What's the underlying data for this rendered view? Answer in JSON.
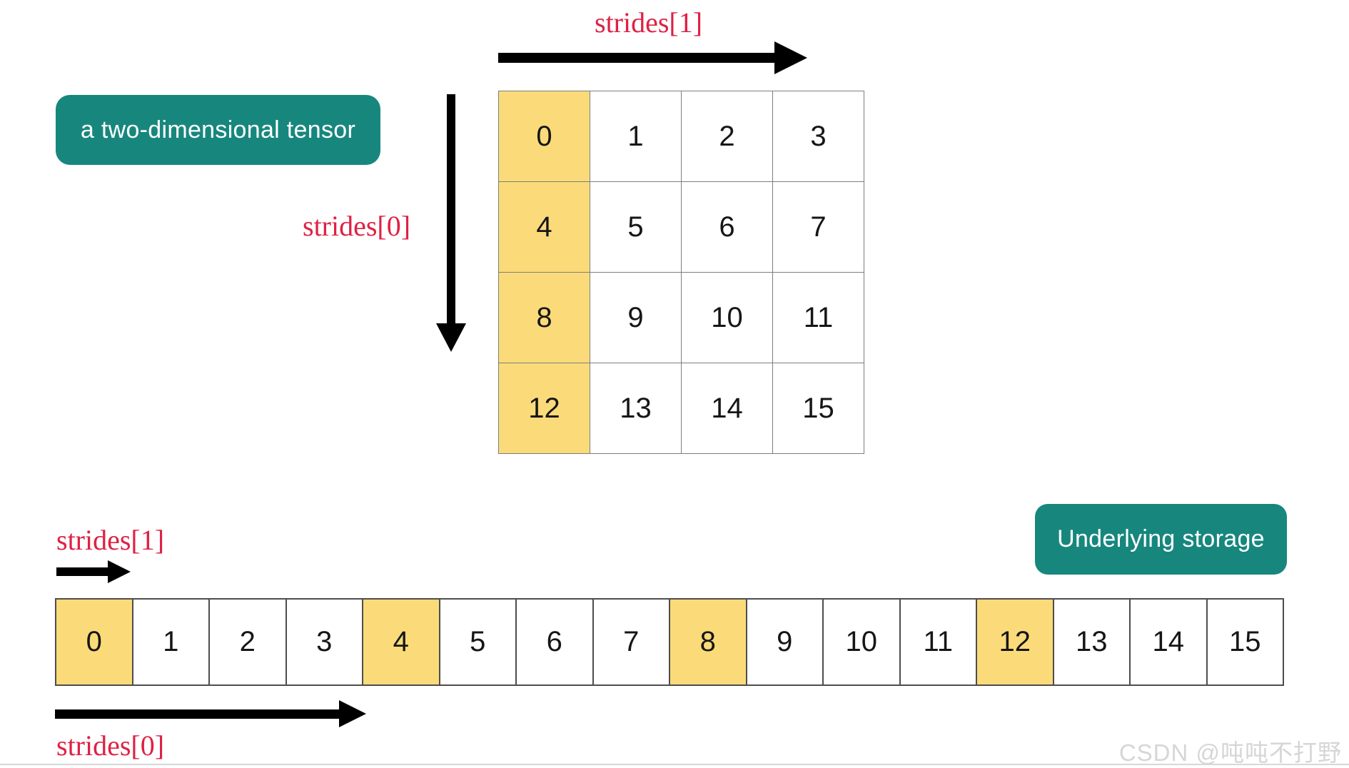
{
  "colors": {
    "teal": "#17877e",
    "yellow": "#fbdb79",
    "red": "#df2144",
    "arrow_black": "#000000",
    "grid_line": "#7e7e7e",
    "row_line": "#4d4d4d",
    "watermark_gray": "#d6d6d6"
  },
  "labels": {
    "strides1_top": "strides[1]",
    "strides0_top": "strides[0]",
    "strides1_bottom": "strides[1]",
    "strides0_bottom": "strides[0]",
    "tensor_badge": "a two-dimensional tensor",
    "storage_badge": "Underlying storage",
    "watermark": "CSDN @吨吨不打野"
  },
  "tensor_grid": {
    "rows": [
      [
        0,
        1,
        2,
        3
      ],
      [
        4,
        5,
        6,
        7
      ],
      [
        8,
        9,
        10,
        11
      ],
      [
        12,
        13,
        14,
        15
      ]
    ],
    "highlighted_column": 0
  },
  "storage_row": {
    "cells": [
      0,
      1,
      2,
      3,
      4,
      5,
      6,
      7,
      8,
      9,
      10,
      11,
      12,
      13,
      14,
      15
    ],
    "highlighted_cells": [
      0,
      4,
      8,
      12
    ]
  }
}
